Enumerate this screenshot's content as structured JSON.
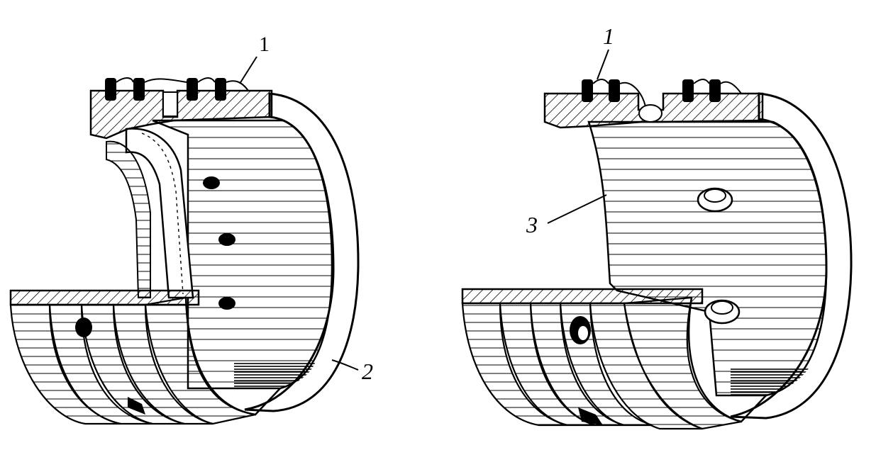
{
  "figure": {
    "left_bearing": {
      "callouts": [
        {
          "text": "1"
        },
        {
          "text": "2"
        }
      ]
    },
    "right_bearing": {
      "callouts": [
        {
          "text": "1"
        },
        {
          "text": "3"
        }
      ]
    }
  },
  "colors": {
    "ink": "#000000",
    "paper": "#ffffff"
  }
}
